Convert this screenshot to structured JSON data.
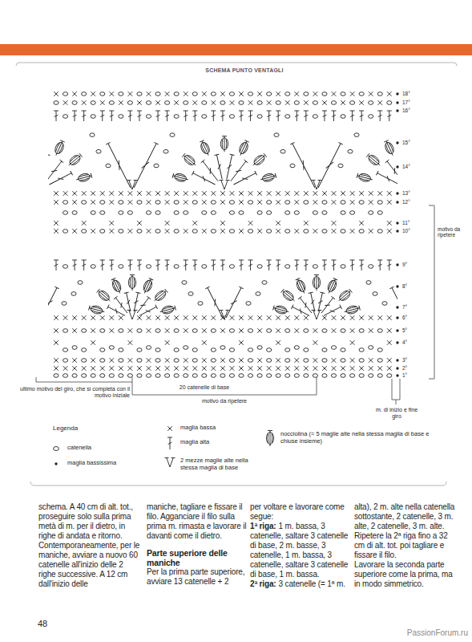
{
  "diagram": {
    "title": "SCHEMA PUNTO VENTAGLI",
    "labels": [
      "1°",
      "2°",
      "3°",
      "4°",
      "5°",
      "6°",
      "7°",
      "8°",
      "9°",
      "10°",
      "11°",
      "12°",
      "13°",
      "14°",
      "15°",
      "16°",
      "17°",
      "18°",
      "motivo da ripetere",
      "20 catenelle di base",
      "motivo da ripetere",
      "ultimo motivo del giro, che si completa con il motivo iniziale",
      "m. di inizio e fine giro",
      "Legenda",
      "schema. A 40 cm di alt. tot., proseguire solo sulla prima metà di m. per il dietro, in righe di andata e ritorno. Contemporaneamente, per le maniche, avviare a nuovo 60 catenelle all'inizio delle 2 righe successive. A 12 cm dall'inizio delle",
      "maniche, tagliare e fissare il filo. Agganciare il filo sulla prima m. rimasta e lavorare il davanti come il dietro.",
      "Parte superiore delle maniche",
      "Per la prima parte superiore, avviare 13 catenelle + 2",
      "per voltare e lavorare come segue:",
      "1ª riga:",
      "1 m. bassa, 3 catenelle, saltare 3 catenelle di base, 2 m. basse, 3 catenelle, 1 m. bassa, 3 catenelle, saltare 3 catenelle di base, 1 m. bassa.",
      "2ª riga:",
      "3 catenelle (= 1ª m.",
      "alta), 2 m. alte nella catenella sottostante, 2 catenelle, 3 m. alte, 2 catenelle, 3 m. alte.",
      "Ripetere la 2ª riga fino a 32 cm di alt. tot. poi tagliare e fissare il filo.",
      "Lavorare la seconda parte superiore come la prima, ma in modo simmetrico.",
      "48",
      "PassionForum.ru"
    ],
    "legend": [
      {
        "text": "catenella"
      },
      {
        "text": "maglia bassissima"
      },
      {
        "text": "maglia bassa"
      },
      {
        "text": "maglia alta"
      },
      {
        "text": "2 mezze maglie alte nella stessa maglia di base"
      },
      {
        "text": "nocciolina (= 5 maglie alte nella stessa maglia di base e chiuse insieme)"
      }
    ]
  }
}
